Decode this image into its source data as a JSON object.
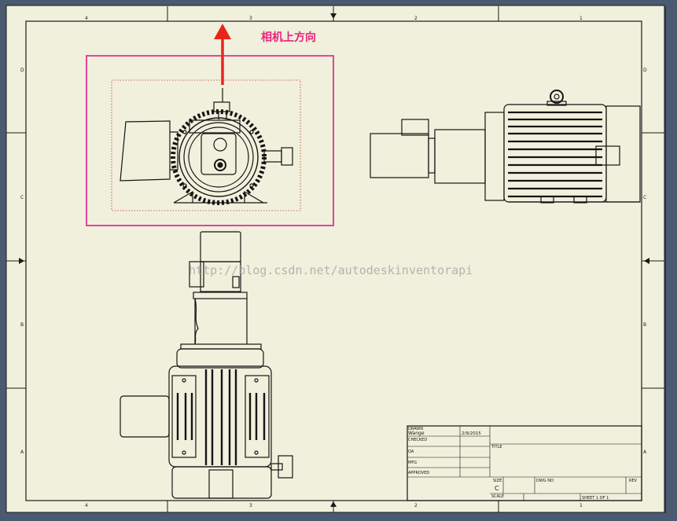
{
  "annotation": {
    "text": "相机上方向",
    "color": "#e8237a",
    "arrow_color": "#e8251c"
  },
  "watermark": "http://blog.csdn.net/autodeskinventorapi",
  "border": {
    "col_labels": [
      "4",
      "3",
      "2",
      "1"
    ],
    "row_labels": [
      "D",
      "C",
      "B",
      "A"
    ]
  },
  "title_block": {
    "drawn_label": "DRAWN",
    "drawn_name": "Wange",
    "drawn_date": "2/9/2015",
    "checked_label": "CHECKED",
    "qa_label": "QA",
    "mfg_label": "MFG",
    "approved_label": "APPROVED",
    "title_label": "TITLE",
    "size_label": "SIZE",
    "size_value": "C",
    "dwg_label": "DWG NO",
    "rev_label": "REV",
    "scale_label": "SCALE",
    "sheet_label": "SHEET 1  OF 1"
  },
  "colors": {
    "paper": "#f0f0dc",
    "ink": "#141414",
    "selection": "#e0469b",
    "dotted": "#d03030",
    "frame_bg": "#4a5a70"
  }
}
